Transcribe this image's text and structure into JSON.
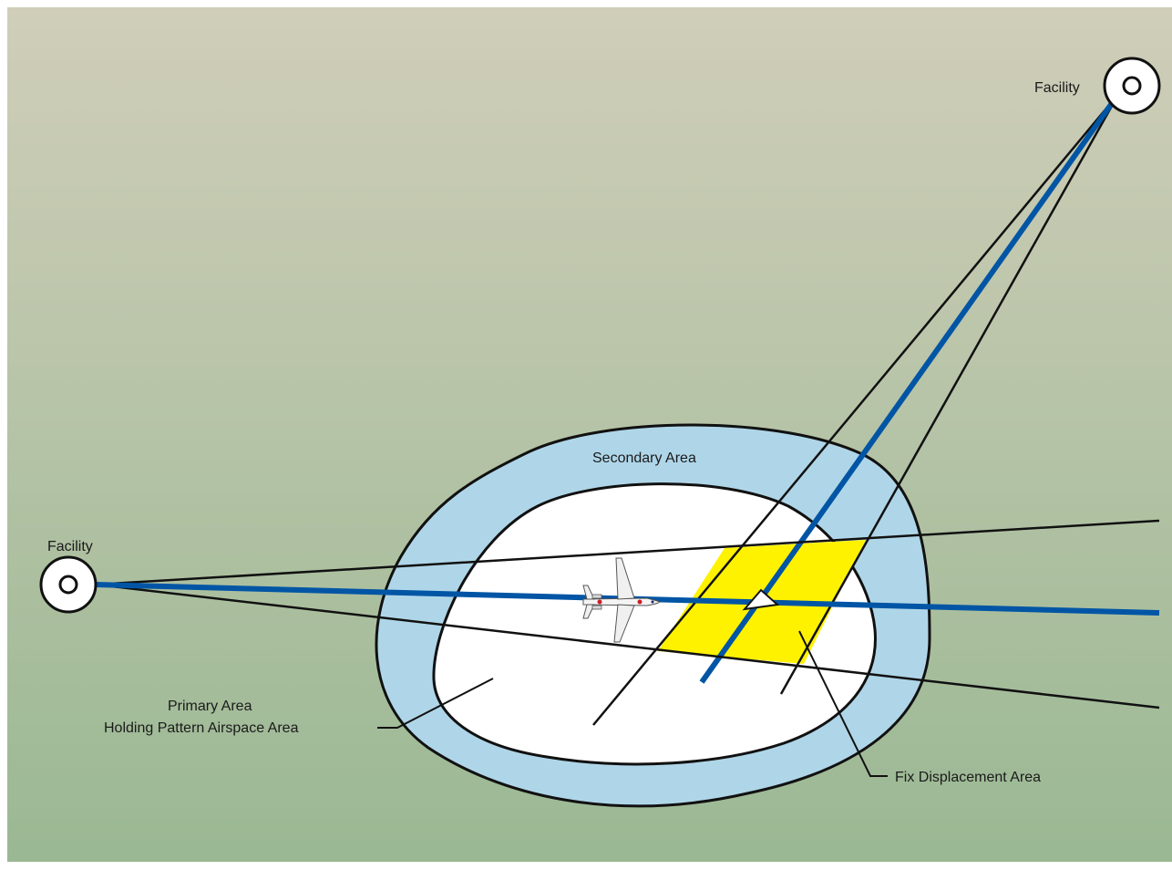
{
  "labels": {
    "facility_right": "Facility",
    "facility_left": "Facility",
    "secondary_area": "Secondary Area",
    "primary_area_line1": "Primary Area",
    "primary_area_line2": "Holding Pattern Airspace Area",
    "fix_displacement_area": "Fix Displacement Area"
  },
  "colors": {
    "background_top": "#d0ceb9",
    "background_bottom": "#9ab893",
    "secondary_area": "#afd6e8",
    "primary_area": "#ffffff",
    "fix_displacement_area": "#fff200",
    "course_line": "#0055a5",
    "outline": "#111111"
  },
  "icons": {
    "facility": "navaid-facility-icon",
    "aircraft": "airplane-icon",
    "fix_arrow": "arrow-icon"
  }
}
